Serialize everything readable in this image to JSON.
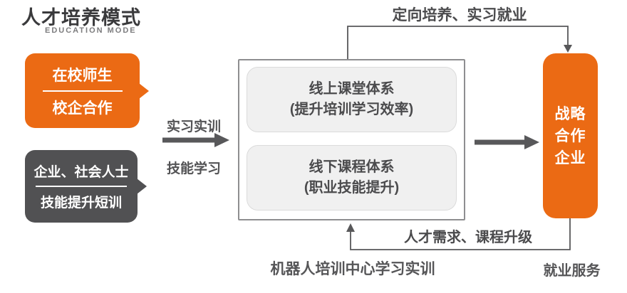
{
  "header": {
    "title": "人才培养模式",
    "subtitle": "EDUCATION MODE"
  },
  "sources": [
    {
      "line1": "在校师生",
      "line2": "校企合作"
    },
    {
      "line1": "企业、社会人士",
      "line2": "技能提升短训"
    }
  ],
  "input_flow": {
    "top_label": "实习实训",
    "bottom_label": "技能学习"
  },
  "center": {
    "panels": [
      {
        "title": "线上课堂体系",
        "subtitle": "(提升培训学习效率)"
      },
      {
        "title": "线下课程体系",
        "subtitle": "(职业技能提升)"
      }
    ],
    "caption": "机器人培训中心学习实训"
  },
  "partner": {
    "lines": [
      "战略",
      "合作",
      "企业"
    ],
    "caption": "就业服务"
  },
  "loops": {
    "top_label": "定向培养、实习就业",
    "bottom_label": "人才需求、课程升级"
  },
  "colors": {
    "orange": "#eb6a14",
    "dark_gray": "#515153",
    "line_gray": "#58585a",
    "panel_gray": "#f0f0f0"
  }
}
